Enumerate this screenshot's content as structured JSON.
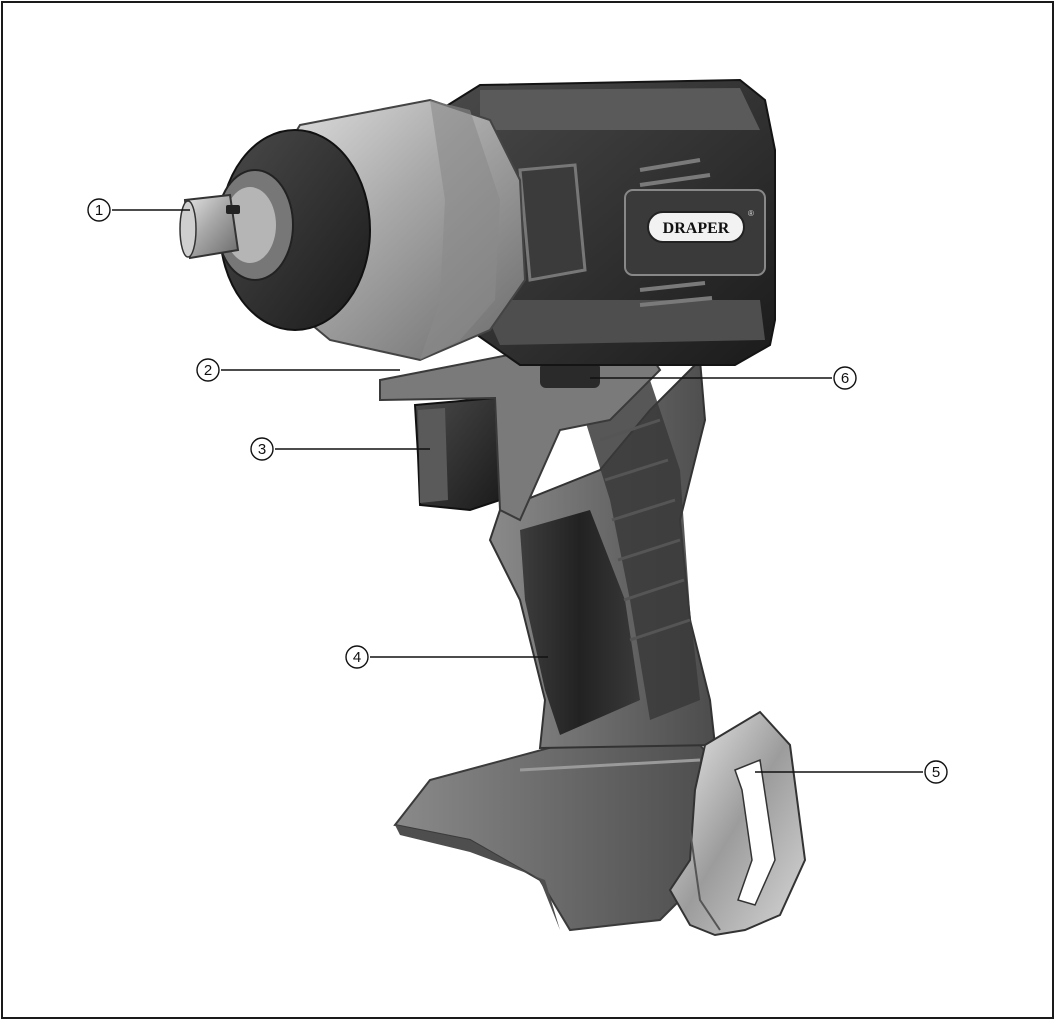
{
  "brand_label": "DRAPER",
  "brand_mark": "®",
  "callouts": [
    {
      "id": "1",
      "label": "1"
    },
    {
      "id": "2",
      "label": "2"
    },
    {
      "id": "3",
      "label": "3"
    },
    {
      "id": "4",
      "label": "4"
    },
    {
      "id": "5",
      "label": "5"
    },
    {
      "id": "6",
      "label": "6"
    }
  ],
  "colors": {
    "frame": "#1a1a1a",
    "body_dark": "#2b2b2b",
    "body_mid": "#6e6e6e",
    "metal": "#b9b9b9"
  }
}
